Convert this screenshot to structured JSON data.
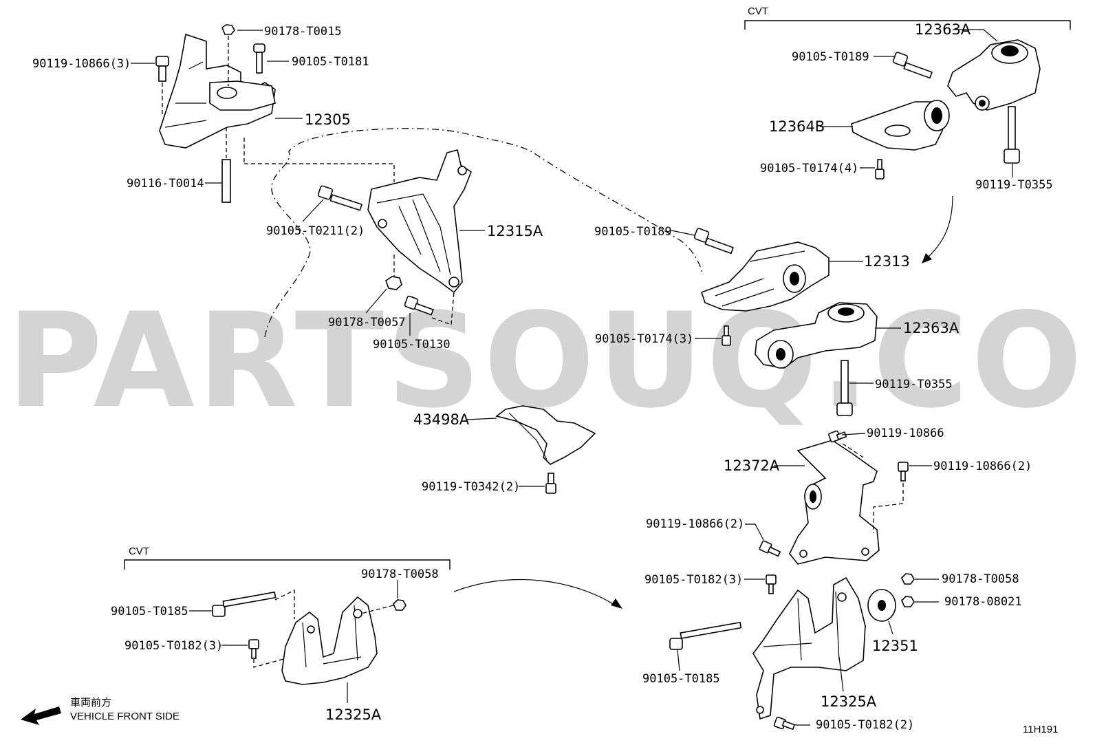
{
  "watermark": "PARTSOUQ.COM",
  "diagram_code": "11H191",
  "groups": {
    "cvt_top": "CVT",
    "cvt_bottom": "CVT"
  },
  "direction": {
    "jp": "車両前方",
    "en": "VEHICLE FRONT SIDE"
  },
  "labels": {
    "p_90178_T0015": "90178-T0015",
    "p_90105_T0181": "90105-T0181",
    "p_90119_10866_3": "90119-10866(3)",
    "p_12305": "12305",
    "p_90116_T0014": "90116-T0014",
    "p_90105_T0211_2": "90105-T0211(2)",
    "p_12315A": "12315A",
    "p_90178_T0057": "90178-T0057",
    "p_90105_T0130": "90105-T0130",
    "p_12363A_top": "12363A",
    "p_90105_T0189_top": "90105-T0189",
    "p_12364B": "12364B",
    "p_90105_T0174_4": "90105-T0174(4)",
    "p_90119_T0355_top": "90119-T0355",
    "p_90105_T0189_mid": "90105-T0189",
    "p_12313": "12313",
    "p_12363A_mid": "12363A",
    "p_90105_T0174_3": "90105-T0174(3)",
    "p_90119_T0355_mid": "90119-T0355",
    "p_43498A": "43498A",
    "p_90119_T0342_2": "90119-T0342(2)",
    "p_90119_10866": "90119-10866",
    "p_12372A": "12372A",
    "p_90119_10866_2_right": "90119-10866(2)",
    "p_90119_10866_2_left": "90119-10866(2)",
    "p_90178_T0058_left": "90178-T0058",
    "p_90105_T0185_left": "90105-T0185",
    "p_90105_T0182_3_left": "90105-T0182(3)",
    "p_12325A_left": "12325A",
    "p_90105_T0182_3_right": "90105-T0182(3)",
    "p_90178_T0058_right": "90178-T0058",
    "p_90178_08021": "90178-08021",
    "p_12351": "12351",
    "p_90105_T0185_right": "90105-T0185",
    "p_12325A_right": "12325A",
    "p_90105_T0182_2": "90105-T0182(2)"
  }
}
